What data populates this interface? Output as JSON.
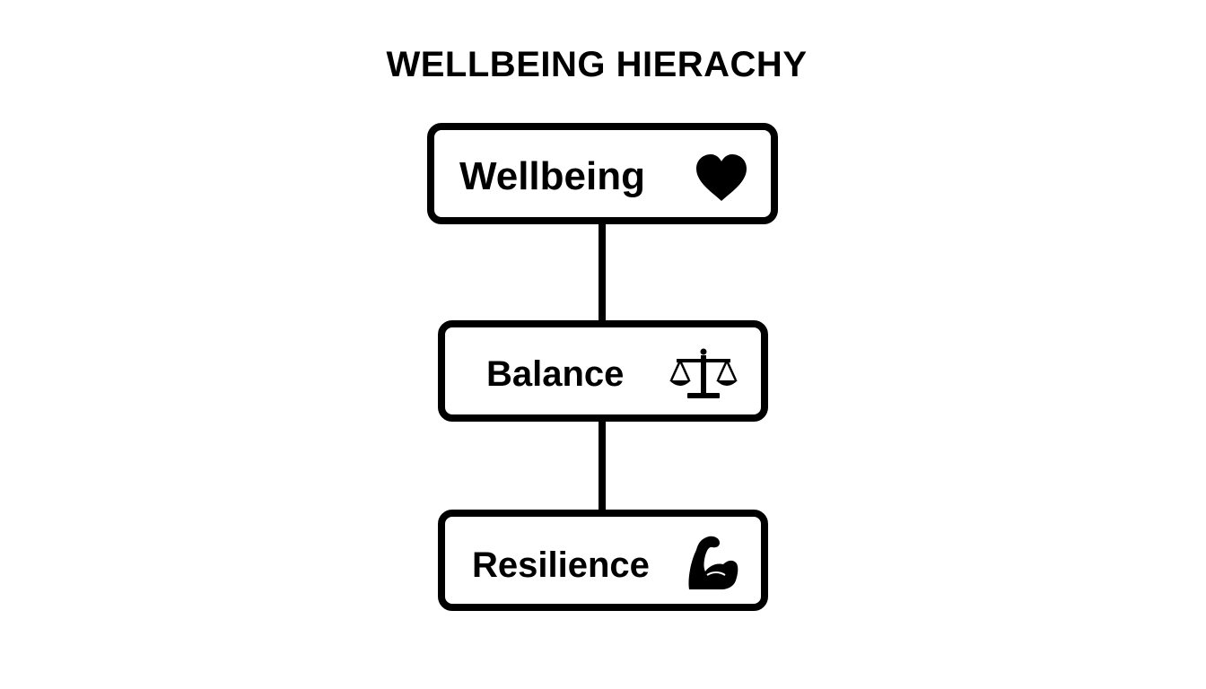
{
  "title": "WELLBEING HIERACHY",
  "nodes": [
    {
      "label": "Wellbeing",
      "icon": "heart-icon"
    },
    {
      "label": "Balance",
      "icon": "scales-icon"
    },
    {
      "label": "Resilience",
      "icon": "flexed-bicep-icon"
    }
  ],
  "colors": {
    "stroke": "#000000",
    "background": "#ffffff"
  }
}
